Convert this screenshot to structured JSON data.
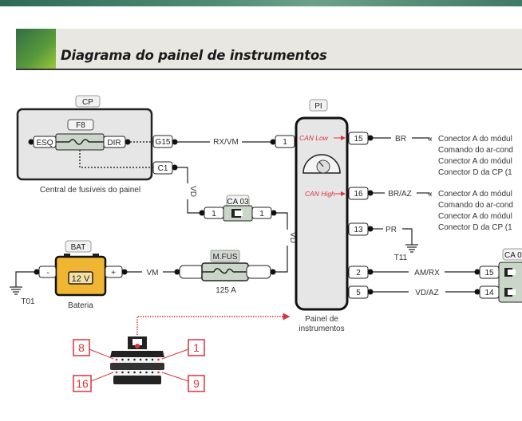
{
  "title": "Diagrama do painel de instrumentos",
  "cp": {
    "tag": "CP",
    "caption": "Central de fusíveis do painel",
    "fuse_tag": "F8",
    "left_pin": "ESQ",
    "right_pin": "DIR",
    "out_pins": [
      "G15",
      "C1"
    ]
  },
  "wires": {
    "g15_to_pi": "RX/VM",
    "c1_to_ca03": "VD",
    "ca03_to_pi": "VD",
    "bat_to_mfus": "VM",
    "pi15": "BR",
    "pi16": "BR/AZ",
    "pi13": "PR",
    "pi2": "AM/RX",
    "pi5": "VD/AZ"
  },
  "ca03": {
    "tag": "CA 03",
    "pin_left": "1",
    "pin_right": "1"
  },
  "pi": {
    "tag": "PI",
    "caption_line1": "Painel de",
    "caption_line2": "instrumentos",
    "in_pin": "1",
    "can_low": "CAN Low",
    "can_high": "CAN High",
    "pins": [
      "15",
      "16",
      "13",
      "2",
      "5"
    ]
  },
  "bat": {
    "tag": "BAT",
    "voltage": "12 V",
    "caption": "Bateria",
    "neg": "-",
    "pos": "+",
    "ground": "T01"
  },
  "mfus": {
    "tag": "M.FUS",
    "rating": "125 A"
  },
  "ground_t11": "T11",
  "refs_15": [
    "Conector A do módul",
    "Comando do ar-cond",
    "Conector A do módul",
    "Conector D da CP (1"
  ],
  "refs_16": [
    "Conector A do módul",
    "Comando do ar-cond",
    "Conector A do módul",
    "Conector D da CP (1"
  ],
  "ca0x": {
    "tag": "CA 0",
    "pins": [
      "15",
      "14"
    ]
  },
  "connector_pins": {
    "top_left": "8",
    "top_right": "1",
    "bottom_left": "16",
    "bottom_right": "9"
  },
  "colors": {
    "accent_red": "#d8343a",
    "battery": "#f0b533",
    "fuse_green": "#c9d6c8",
    "box_grey": "#e6e6e6"
  }
}
